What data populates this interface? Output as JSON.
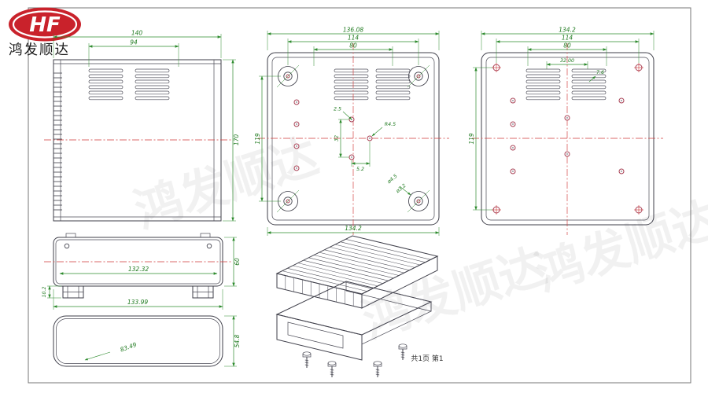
{
  "logo": {
    "monogram": "HF",
    "company": "鸿发顺达"
  },
  "sheet": {
    "page_info": "共1页 第1",
    "watermark": "鸿发顺达"
  },
  "views": {
    "front": {
      "dim_width": "140",
      "dim_vent_width": "94",
      "dim_height": "170"
    },
    "bottom_center": {
      "dim_width_top": "136.08",
      "dim_hole_span": "114",
      "dim_vent_span": "80",
      "dim_height": "119",
      "dim_width_bottom": "134.2",
      "dim_offset": "2.5",
      "dim_hole_pitch": "32",
      "dim_small": "5.2",
      "note_radius": "R4.5",
      "note_hole_large": "ø4.5",
      "note_hole_small": "ø3.2"
    },
    "bottom_right": {
      "dim_width_top": "134.2",
      "dim_hole_span": "114",
      "dim_vent_span": "80",
      "dim_height": "119",
      "dim_slot_pitch": "32.00",
      "dim_small": "7.6"
    },
    "side": {
      "dim_inner_width": "132.32",
      "dim_height": "60",
      "dim_foot_height": "10.2",
      "dim_outer_width": "133.99"
    },
    "panel": {
      "dim_diagonal": "83.49",
      "dim_height": "54.8"
    }
  }
}
